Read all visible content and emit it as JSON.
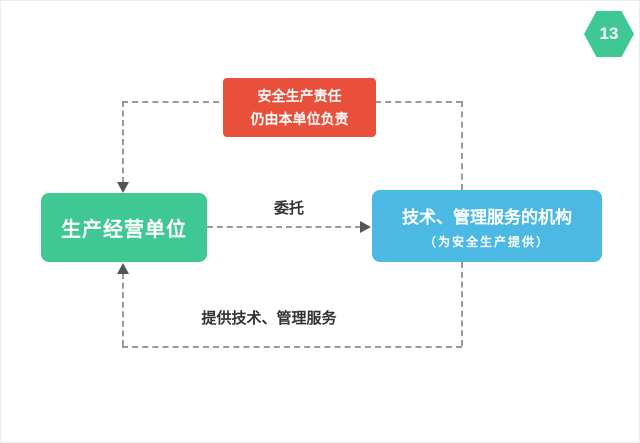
{
  "page": {
    "badge": "13"
  },
  "colors": {
    "green": "#3fc794",
    "blue": "#4bb9e3",
    "red": "#e8503b",
    "line": "#9a9a9a",
    "label": "#333333"
  },
  "diagram": {
    "left_box": {
      "label": "生产经营单位"
    },
    "right_box": {
      "title": "技术、管理服务的机构",
      "subtitle": "（为安全生产提供）"
    },
    "note_box": {
      "line1": "安全生产责任",
      "line2": "仍由本单位负责"
    },
    "delegate_label": "委托",
    "services_label": "提供技术、管理服务"
  }
}
